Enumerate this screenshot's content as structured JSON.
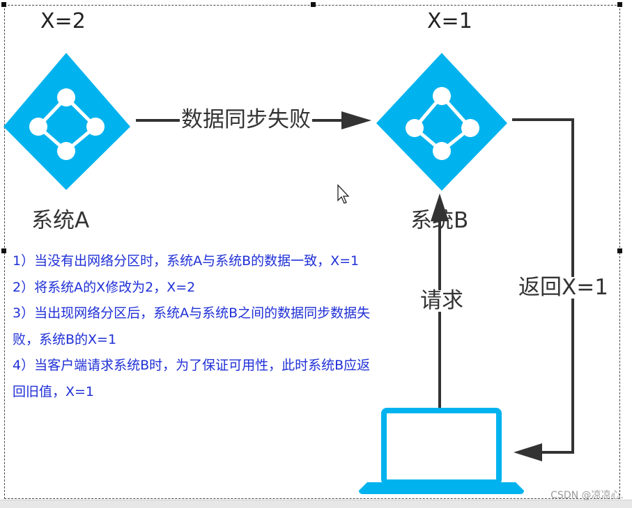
{
  "system_a": {
    "label": "系统A",
    "value": "X=2"
  },
  "system_b": {
    "label": "系统B",
    "value": "X=1"
  },
  "edges": {
    "sync": "数据同步失败",
    "request": "请求",
    "response": "返回X=1"
  },
  "notes": [
    "1）当没有出网络分区时，系统A与系统B的数据一致，X=1",
    "2）将系统A的X修改为2，X=2",
    "3）当出现网络分区后，系统A与系统B之间的数据同步数据失败，系统B的X=1",
    "4）当客户端请求系统B时，为了保证可用性，此时系统B应返回旧值，X=1"
  ],
  "watermark": "CSDN @凉凉心.",
  "colors": {
    "node": "#00b3ee",
    "note_text": "#1f2fd6",
    "arrow": "#333333"
  },
  "icons": {
    "system_node": "diamond-network-icon",
    "client": "laptop-icon",
    "cursor": "mouse-pointer-icon"
  }
}
